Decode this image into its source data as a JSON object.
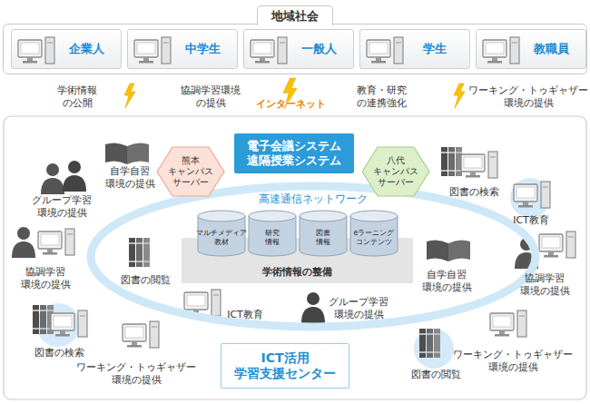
{
  "diagram": {
    "nodes": [
      {
        "text": [
          "地域社会"
        ]
      },
      {
        "text": [
          "企業人"
        ],
        "in": 0
      },
      {
        "text": [
          "中学生"
        ],
        "in": 0
      },
      {
        "text": [
          "一般人"
        ],
        "in": 0
      },
      {
        "text": [
          "学生"
        ],
        "in": 0
      },
      {
        "text": [
          "教職員"
        ],
        "in": 0
      },
      {
        "text": [
          "電子会議システム 遠隔授業システム"
        ]
      },
      {
        "text": [
          "熊本 キャンパス サーバー"
        ]
      },
      {
        "text": [
          "八代 キャンパス サーバー"
        ]
      },
      {
        "text": [
          "高速通信ネットワーク"
        ]
      },
      {
        "text": [
          "学術情報の整備"
        ],
        "in": 9
      },
      {
        "text": [
          "マルチメディア 教材"
        ],
        "in": 10
      },
      {
        "text": [
          "研究 情報"
        ],
        "in": 10
      },
      {
        "text": [
          "図書 情報"
        ],
        "in": 10
      },
      {
        "text": [
          "eラーニング コンテンツ"
        ],
        "in": 10
      },
      {
        "text": [
          "ICT活用 学習支援センター"
        ]
      }
    ],
    "labels": [
      "学術情報 の公開",
      "協調学習環境 の提供",
      "インターネット",
      "教育・研究 の連携強化",
      "ワーキング・トゥギャザー 環境の提供",
      "自学自習 環境の提供",
      "図書の検索",
      "グループ学習 環境の提供",
      "ICT教育",
      "協調学習 環境の提供",
      "自学自習 環境の提供",
      "協調学習 環境の提供",
      "図書の閲覧",
      "グループ学習 環境の提供",
      "ICT教育",
      "図書の検索",
      "ワーキング・トゥギャザー 環境の提供",
      "ワーキング・トゥギャザー 環境の提供",
      "図書の閲覧"
    ]
  }
}
